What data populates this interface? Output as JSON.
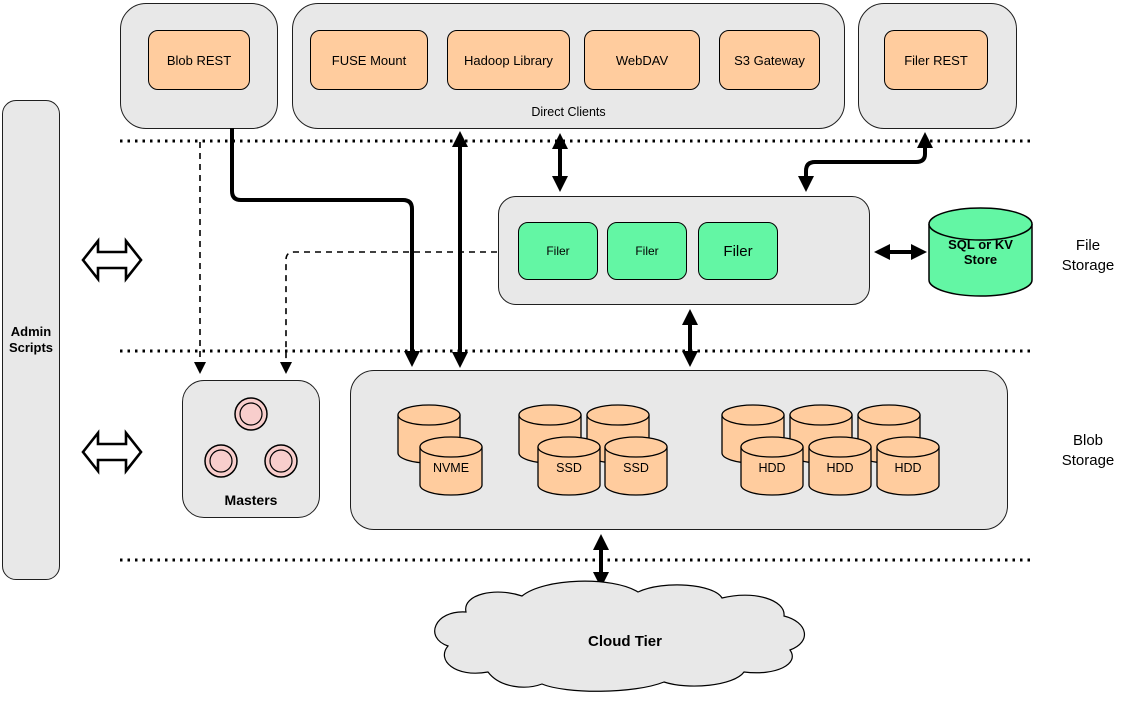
{
  "colors": {
    "container_gray": "#e8e8e8",
    "client_orange": "#ffcc9e",
    "filer_green": "#63f6a4",
    "master_pink": "#f8cecc",
    "line_black": "#000000"
  },
  "admin": {
    "label": "Admin\nScripts"
  },
  "top_row": {
    "blob_rest": {
      "label": "Blob REST"
    },
    "direct_clients": {
      "caption": "Direct Clients",
      "boxes": [
        {
          "label": "FUSE Mount"
        },
        {
          "label": "Hadoop Library"
        },
        {
          "label": "WebDAV"
        },
        {
          "label": "S3 Gateway"
        }
      ]
    },
    "filer_rest": {
      "label": "Filer REST"
    }
  },
  "file_storage": {
    "filers": [
      {
        "label": "Filer"
      },
      {
        "label": "Filer"
      },
      {
        "label": "Filer"
      }
    ],
    "store": {
      "label": "SQL or KV\nStore"
    },
    "side_label": "File\nStorage"
  },
  "blob_storage": {
    "masters": {
      "label": "Masters"
    },
    "nvme": {
      "label": "NVME"
    },
    "ssd": [
      {
        "label": "SSD"
      },
      {
        "label": "SSD"
      }
    ],
    "hdd": [
      {
        "label": "HDD"
      },
      {
        "label": "HDD"
      },
      {
        "label": "HDD"
      }
    ],
    "side_label": "Blob\nStorage"
  },
  "cloud": {
    "label": "Cloud Tier"
  }
}
